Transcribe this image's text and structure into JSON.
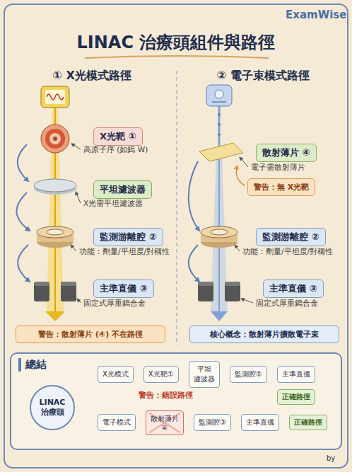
{
  "diagram": {
    "title": "LINAC 治療頭組件與路徑",
    "nodes": [
      {
        "text": [
          "X光靶 ①"
        ]
      },
      {
        "text": [
          "平坦濾波器"
        ]
      },
      {
        "text": [
          "監測游離腔 ②"
        ]
      },
      {
        "text": [
          "主準直儀 ③"
        ]
      },
      {
        "text": [
          "警告：散射薄片 (④) 不在路徑"
        ]
      },
      {
        "text": [
          "散射薄片 ④"
        ]
      },
      {
        "text": [
          "警告：無 X光靶"
        ]
      },
      {
        "text": [
          "監測游離腔 ②"
        ]
      },
      {
        "text": [
          "主準直儀 ③"
        ]
      },
      {
        "text": [
          "核心概念：散射薄片擴散電子束"
        ]
      },
      {
        "text": [
          "總結"
        ]
      },
      {
        "text": [
          "LINAC 治療頭"
        ],
        "in": 10
      },
      {
        "text": [
          "X光模式"
        ],
        "in": 10
      },
      {
        "text": [
          "X光靶①"
        ],
        "in": 10
      },
      {
        "text": [
          "平坦 濾波器"
        ],
        "in": 10
      },
      {
        "text": [
          "監測腔②"
        ],
        "in": 10
      },
      {
        "text": [
          "主準直儀"
        ],
        "in": 10
      },
      {
        "text": [
          "正確路徑"
        ],
        "in": 10
      },
      {
        "text": [
          "電子模式"
        ],
        "in": 10
      },
      {
        "text": [
          "散射薄片 ④"
        ],
        "in": 10
      },
      {
        "text": [
          "監測腔③"
        ],
        "in": 10
      },
      {
        "text": [
          "主準直儀"
        ],
        "in": 10
      },
      {
        "text": [
          "正確路徑"
        ],
        "in": 10
      }
    ],
    "edges": [
      {
        "from": 11,
        "to": 12,
        "arrow": "to"
      },
      {
        "from": 12,
        "to": 13,
        "arrow": "to"
      },
      {
        "from": 13,
        "to": 14,
        "arrow": "to"
      },
      {
        "from": 14,
        "to": 15,
        "arrow": "to"
      },
      {
        "from": 15,
        "to": 16,
        "arrow": "to"
      },
      {
        "from": 11,
        "to": 18,
        "arrow": "to"
      },
      {
        "from": 18,
        "to": 19,
        "arrow": "to"
      },
      {
        "from": 19,
        "to": 20,
        "arrow": "to"
      },
      {
        "from": 20,
        "to": 21,
        "arrow": "to"
      }
    ],
    "labels": [
      "ExamWise",
      "① X光模式路徑",
      "② 電子束模式路徑",
      "高原子序 (如鎢 W)",
      "X光需平坦濾波器",
      "功能：劑量/平坦度/對稱性",
      "固定式厚重鎢合金",
      "電子需散射薄片",
      "功能：劑量/平坦度/對稱性",
      "固定式厚重鎢合金",
      "警告：錯誤路徑",
      "by"
    ]
  }
}
